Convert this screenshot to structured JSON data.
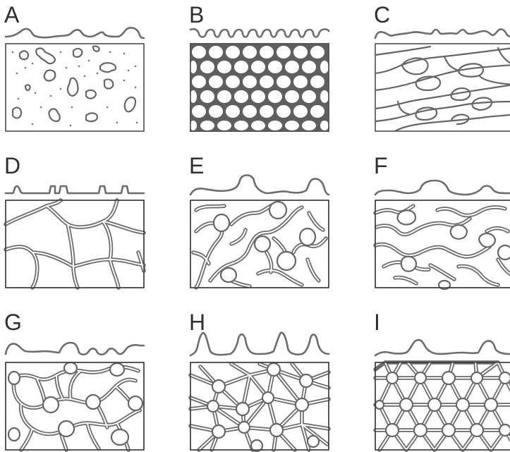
{
  "panels": [
    {
      "id": "A",
      "label": "A"
    },
    {
      "id": "B",
      "label": "B"
    },
    {
      "id": "C",
      "label": "C"
    },
    {
      "id": "D",
      "label": "D"
    },
    {
      "id": "E",
      "label": "E"
    },
    {
      "id": "F",
      "label": "F"
    },
    {
      "id": "G",
      "label": "G"
    },
    {
      "id": "H",
      "label": "H"
    },
    {
      "id": "I",
      "label": "I"
    }
  ]
}
